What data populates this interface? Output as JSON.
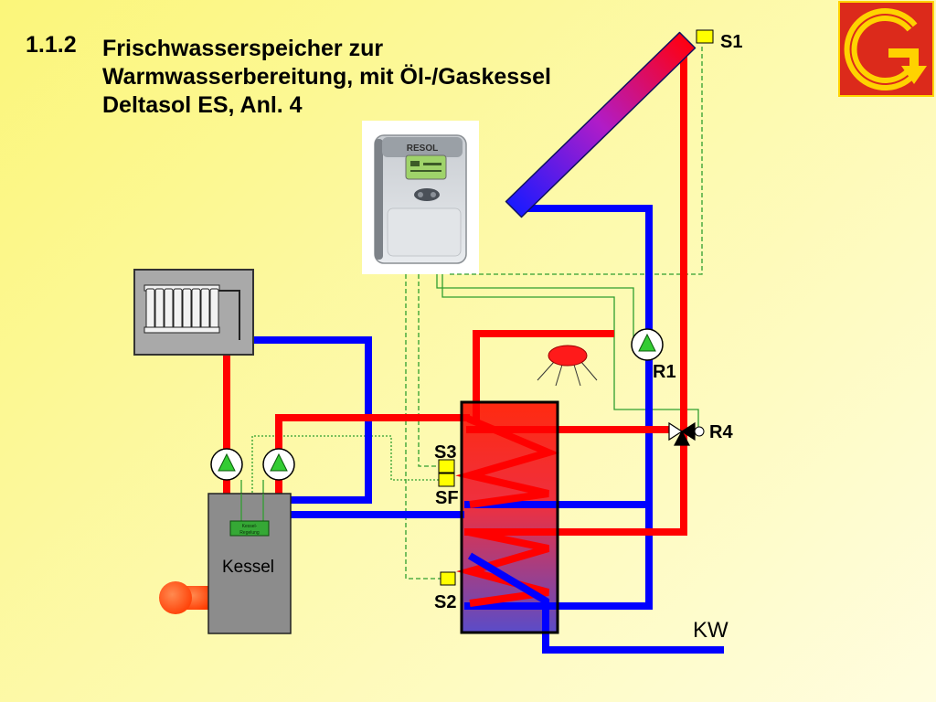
{
  "slide": {
    "number": "1.1.2",
    "title": {
      "line1": "Frischwasserspeicher zur",
      "line2": "Warmwasserbereitung, mit Öl-/Gaskessel",
      "line3": "Deltasol ES, Anl. 4"
    }
  },
  "controller": {
    "brand": "RESOL"
  },
  "collector": {
    "sensor_label": "S1"
  },
  "solar_pump": {
    "label": "R1"
  },
  "valve": {
    "label": "R4"
  },
  "storage_tank": {
    "sensor_top_label": "S3",
    "sensor_boiler_label": "SF",
    "sensor_bottom_label": "S2"
  },
  "boiler": {
    "label": "Kessel",
    "control_line1": "Kessel-",
    "control_line2": "Regelung"
  },
  "cold_water": {
    "label": "KW"
  },
  "icons": [
    "company-logo-icon",
    "controller-icon",
    "solar-collector-icon",
    "radiator-icon",
    "pump-icon",
    "three-way-valve-icon",
    "temperature-sensor-icon",
    "shower-icon",
    "burner-icon",
    "storage-tank-icon",
    "boiler-icon"
  ],
  "colors": {
    "bg_yellow": "#fbf67a",
    "bg_light": "#fffde0",
    "hot_pipe": "#ff0000",
    "cold_pipe": "#0000ff",
    "sensor": "#ffff00",
    "pump_symbol": "#33cc33",
    "signal_wire": "#2f9e2f",
    "boiler_body": "#8c8c8c",
    "logo_red": "#dc2a1b",
    "logo_yellow": "#ffd200"
  }
}
